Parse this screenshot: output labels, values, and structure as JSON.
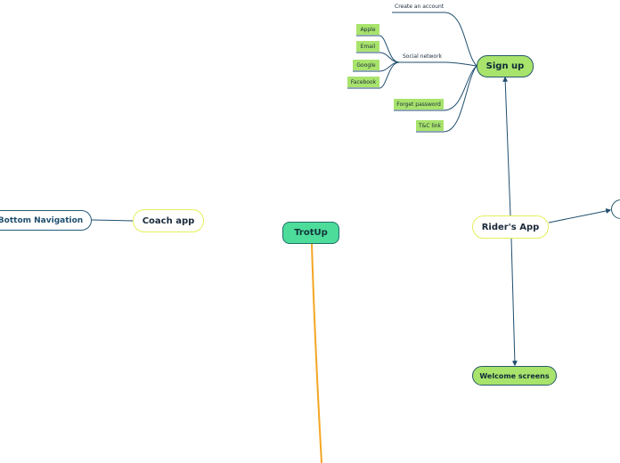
{
  "nodes": {
    "trotup": "TrotUp",
    "riders_app": "Rider's App",
    "coach_app": "Coach app",
    "bottom_navigation": "Bottom Navigation",
    "sign_up": "Sign up",
    "welcome_screens": "Welcome screens"
  },
  "sign_up_children": {
    "create_account": "Create an account",
    "social_network": "Social network",
    "forgot_password": "Forget password",
    "tc_link": "T&C link"
  },
  "social_children": {
    "apple": "Apple",
    "email": "Email",
    "google": "Google",
    "facebook": "Facebook"
  },
  "colors": {
    "root_fill": "#4ddc9a",
    "leaf_fill": "#a8e36c",
    "branch_line": "#1f4e6e",
    "root_line": "#f5a623",
    "app_border": "#e5ef5a"
  }
}
